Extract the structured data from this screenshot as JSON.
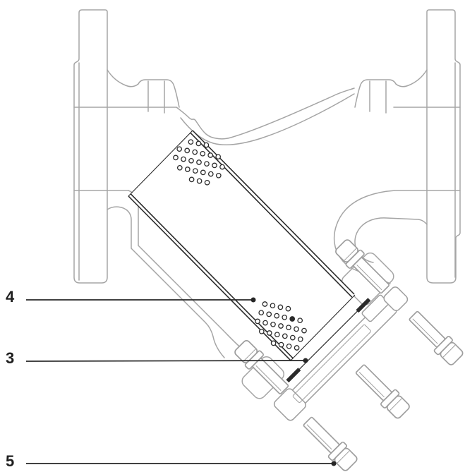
{
  "figure": {
    "kind": "technical-line-diagram",
    "subject": "y-strainer-cutaway-with-exploded-cover",
    "callouts": [
      {
        "number": "4"
      },
      {
        "number": "3"
      },
      {
        "number": "5"
      }
    ],
    "colors": {
      "background": "#ffffff",
      "body_line": "#a5a5a5",
      "part_line": "#9e9e9e",
      "dark_line": "#2b2b2b",
      "label_text": "#1f1f1f"
    }
  }
}
